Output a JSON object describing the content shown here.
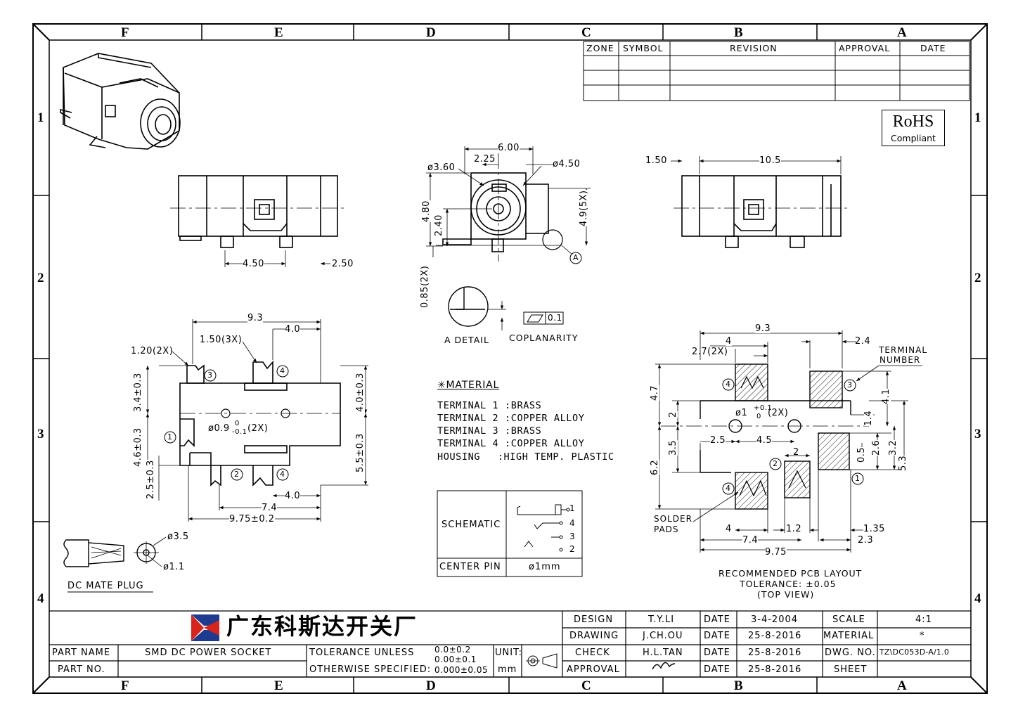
{
  "zones": {
    "columns": [
      "F",
      "E",
      "D",
      "C",
      "B",
      "A"
    ],
    "rows": [
      "1",
      "2",
      "3",
      "4"
    ]
  },
  "revision_table": {
    "headers": [
      "ZONE",
      "SYMBOL",
      "REVISION",
      "APPROVAL",
      "DATE"
    ]
  },
  "rohs": {
    "title": "RoHS",
    "subtitle": "Compliant"
  },
  "dimensions": {
    "side_left": {
      "d450": "4.50",
      "d250": "2.50"
    },
    "front": {
      "d600": "6.00",
      "d225": "2.25",
      "d360": "ø3.60",
      "d450": "ø4.50",
      "d480": "4.80",
      "d240": "2.40",
      "d49": "4.9(5X)",
      "d085": "0.85(2X)",
      "datum": "A"
    },
    "side_right": {
      "d150": "1.50",
      "d105": "10.5"
    },
    "bottom": {
      "d93": "9.3",
      "d40a": "4.0",
      "d150": "1.50(3X)",
      "d120": "1.20(2X)",
      "d34": "3.4±0.3",
      "d46": "4.6±0.3",
      "d25": "2.5±0.3",
      "d40b": "4.0±0.3",
      "d55": "5.5±0.3",
      "d09": "ø0.9",
      "d09_sup": "0",
      "d09_sub": "-0.1",
      "d09_x": "(2X)",
      "d40c": "4.0",
      "d74": "7.4",
      "d975": "9.75±0.2"
    },
    "pcb": {
      "d93": "9.3",
      "d4": "4",
      "d24": "2.4",
      "d27": "2.7(2X)",
      "d47": "4.7",
      "d2": "2",
      "d35": "3.5",
      "d62": "6.2",
      "d25": "2.5",
      "d45": "4.5",
      "d1": "ø1",
      "d1_sup": "+0.1",
      "d1_sub": "0",
      "d1_x": "(2X)",
      "d2b": "2",
      "d41": "4.1",
      "d14": "1.4",
      "d26": "2.6",
      "d05": "0.5",
      "d32": "3.2",
      "d53": "5.3",
      "d4b": "4",
      "d12": "1.2",
      "d135": "1.35",
      "d74": "7.4",
      "d23": "2.3",
      "d975": "9.75"
    },
    "plug": {
      "d35": "ø3.5",
      "d11": "ø1.1"
    }
  },
  "terminals": [
    "1",
    "2",
    "3",
    "4"
  ],
  "labels": {
    "a_detail": "A DETAIL",
    "coplanarity": "COPLANARITY",
    "coplanarity_value": "0.1",
    "terminal_number_1": "TERMINAL",
    "terminal_number_2": "NUMBER",
    "solder_pads_1": "SOLDER",
    "solder_pads_2": "PADS",
    "dc_mate_plug": "DC MATE PLUG",
    "pcb_layout_1": "RECOMMENDED PCB LAYOUT",
    "pcb_layout_2": "TOLERANCE: ±0.05",
    "pcb_layout_3": "(TOP VIEW)"
  },
  "material": {
    "heading": "✳MATERIAL",
    "lines": [
      {
        "name": "TERMINAL 1",
        "value": ":BRASS"
      },
      {
        "name": "TERMINAL 2",
        "value": ":COPPER ALLOY"
      },
      {
        "name": "TERMINAL 3",
        "value": ":BRASS"
      },
      {
        "name": "TERMINAL 4",
        "value": ":COPPER ALLOY"
      },
      {
        "name": "HOUSING",
        "value": ":HIGH TEMP. PLASTIC"
      }
    ]
  },
  "schematic": {
    "label": "SCHEMATIC",
    "pins": [
      "1",
      "4",
      "3",
      "2"
    ],
    "center_pin_label": "CENTER PIN",
    "center_pin_value": "ø1mm"
  },
  "title_block": {
    "company": "广东科斯达开关厂",
    "part_name_label": "PART NAME",
    "part_name": "SMD DC POWER SOCKET",
    "part_no_label": "PART NO.",
    "tolerance_label_1": "TOLERANCE UNLESS",
    "tolerance_label_2": "OTHERWISE SPECIFIED:",
    "tol_1": "0.0±0.2",
    "tol_2": "0.00±0.1",
    "tol_3": "0.000±0.05",
    "unit_label": "UNIT:",
    "unit_value": "mm",
    "rows": [
      {
        "role": "DESIGN",
        "name": "T.Y.LI",
        "date_label": "DATE",
        "date": "3-4-2004",
        "key": "SCALE",
        "value": "4:1"
      },
      {
        "role": "DRAWING",
        "name": "J.CH.OU",
        "date_label": "DATE",
        "date": "25-8-2016",
        "key": "MATERIAL",
        "value": "*"
      },
      {
        "role": "CHECK",
        "name": "H.L.TAN",
        "date_label": "DATE",
        "date": "25-8-2016",
        "key": "DWG. NO.",
        "value": "TZ\\DC053D-A/1.0"
      },
      {
        "role": "APPROVAL",
        "name": "",
        "date_label": "DATE",
        "date": "25-8-2016",
        "key": "SHEET",
        "value": ""
      }
    ]
  }
}
